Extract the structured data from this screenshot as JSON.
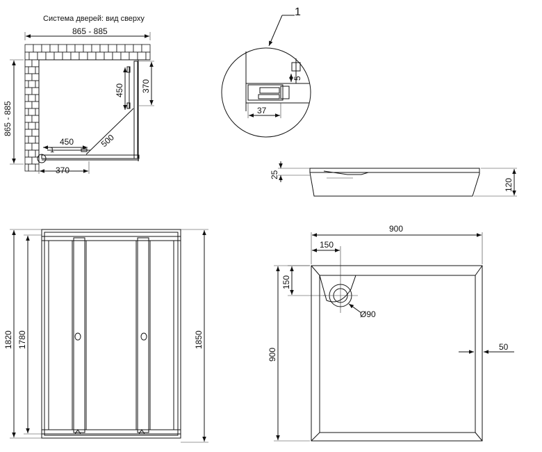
{
  "top_view": {
    "title": "Система дверей: вид сверху",
    "width_label": "865 - 885",
    "depth_label": "865 - 885",
    "door_450_h": "450",
    "door_450_v": "450",
    "fixed_370_h": "370",
    "fixed_370_v": "370",
    "opening_500": "500",
    "callout_small": "1"
  },
  "detail": {
    "callout": "1",
    "dim_5": "5",
    "dim_37": "37"
  },
  "tray_side": {
    "dim_25": "25",
    "dim_120": "120"
  },
  "front_view": {
    "h_1820": "1820",
    "h_1780": "1780",
    "h_1850": "1850"
  },
  "tray_plan": {
    "width": "900",
    "depth": "900",
    "drain_offset_x": "150",
    "drain_offset_y": "150",
    "drain_diameter": "Ø90",
    "rim": "50"
  }
}
